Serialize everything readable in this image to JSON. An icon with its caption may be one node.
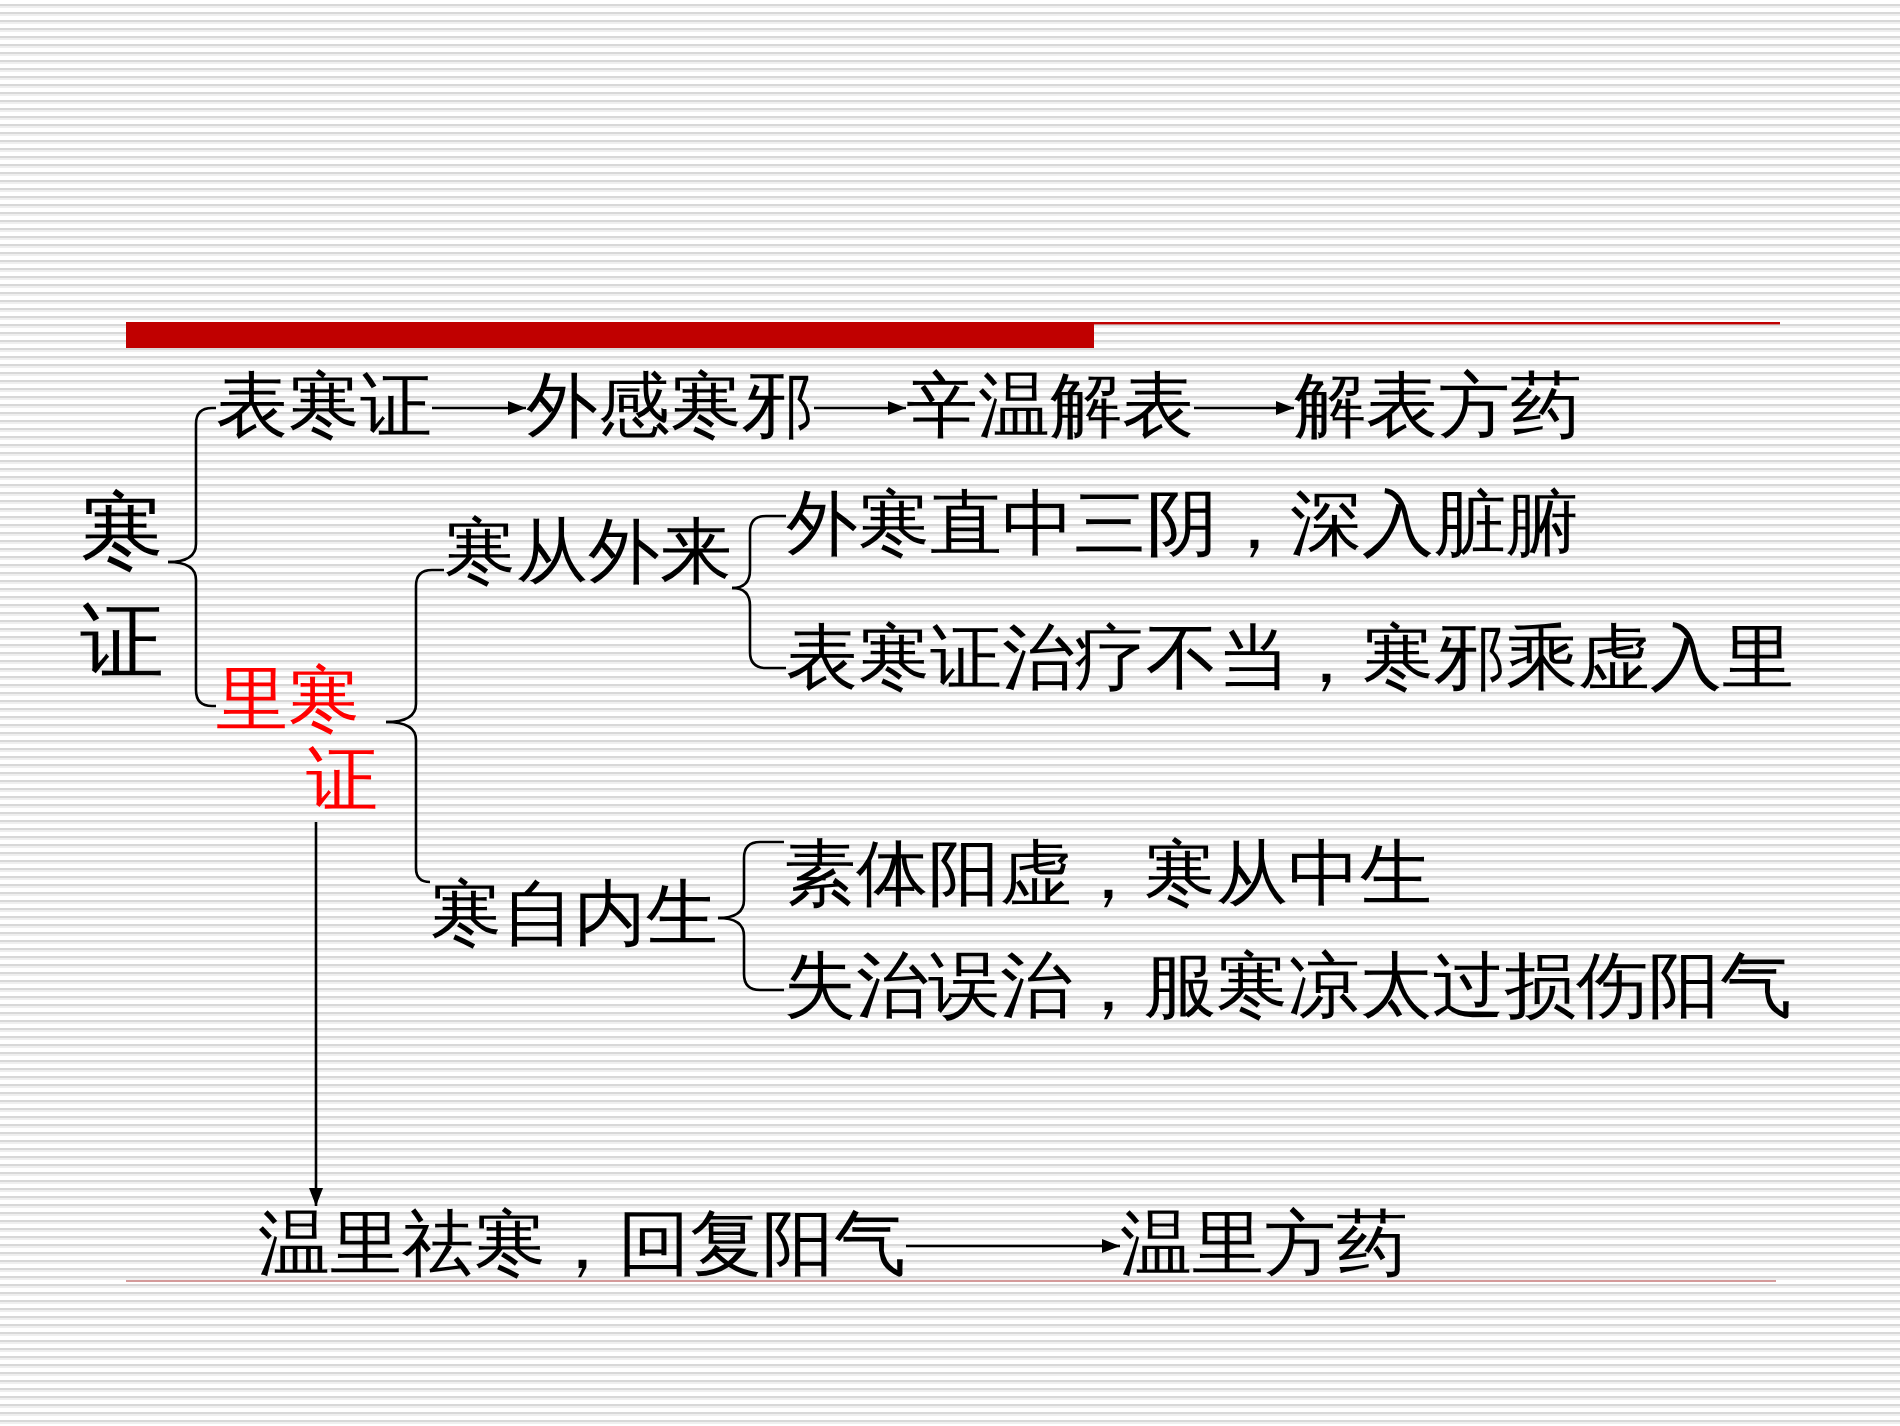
{
  "diagram": {
    "nodes": [
      {
        "text": [
          "寒证"
        ]
      },
      {
        "text": [
          "表寒证"
        ]
      },
      {
        "text": [
          "外感寒邪"
        ]
      },
      {
        "text": [
          "辛温解表"
        ]
      },
      {
        "text": [
          "解表方药"
        ]
      },
      {
        "text": [
          "里寒证"
        ]
      },
      {
        "text": [
          "寒从外来"
        ]
      },
      {
        "text": [
          "外寒直中三阴，深入脏腑"
        ]
      },
      {
        "text": [
          "表寒证治疗不当，寒邪乘虚入里"
        ]
      },
      {
        "text": [
          "寒自内生"
        ]
      },
      {
        "text": [
          "素体阳虚，寒从中生"
        ]
      },
      {
        "text": [
          "失治误治，服寒凉太过损伤阳气"
        ]
      },
      {
        "text": [
          "温里祛寒，回复阳气"
        ]
      },
      {
        "text": [
          "温里方药"
        ]
      }
    ],
    "edges": [
      {
        "from": 1,
        "to": 2,
        "arrow": "to"
      },
      {
        "from": 2,
        "to": 3,
        "arrow": "to"
      },
      {
        "from": 3,
        "to": 4,
        "arrow": "to"
      },
      {
        "from": 5,
        "to": 12,
        "arrow": "to"
      },
      {
        "from": 12,
        "to": 13,
        "arrow": "to"
      },
      {
        "from": 0,
        "to": 1,
        "arrow": "none"
      },
      {
        "from": 0,
        "to": 5,
        "arrow": "none"
      },
      {
        "from": 5,
        "to": 6,
        "arrow": "none"
      },
      {
        "from": 5,
        "to": 9,
        "arrow": "none"
      },
      {
        "from": 6,
        "to": 7,
        "arrow": "none"
      },
      {
        "from": 6,
        "to": 8,
        "arrow": "none"
      },
      {
        "from": 9,
        "to": 10,
        "arrow": "none"
      },
      {
        "from": 9,
        "to": 11,
        "arrow": "none"
      }
    ]
  }
}
